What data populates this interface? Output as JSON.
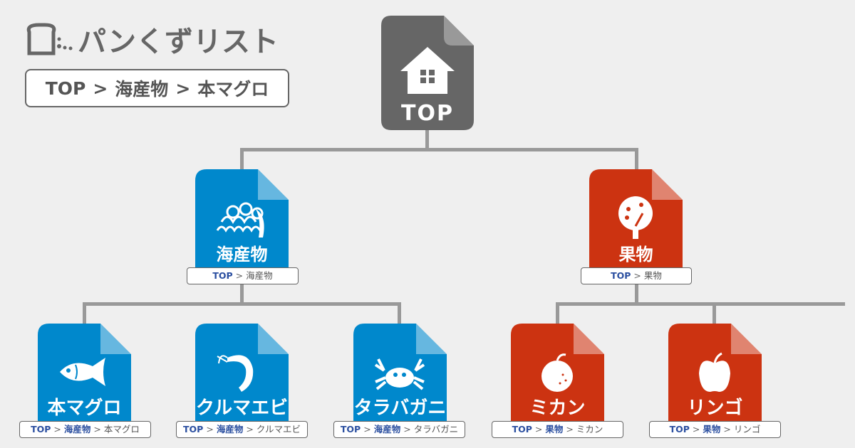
{
  "header": {
    "logo_text": "パンくずリスト",
    "example_breadcrumb": [
      "TOP",
      "海産物",
      "本マグロ"
    ],
    "separator": ">"
  },
  "colors": {
    "seafood": "#0088cc",
    "fruit": "#cc3311",
    "top": "#666666",
    "link": "#2b4fa0",
    "line": "#999999"
  },
  "nodes": {
    "top": {
      "label": "TOP",
      "icon": "house-icon"
    },
    "seafood": {
      "label": "海産物",
      "icon": "wave-icon",
      "crumb": [
        "TOP",
        "海産物"
      ]
    },
    "fruit": {
      "label": "果物",
      "icon": "tree-icon",
      "crumb": [
        "TOP",
        "果物"
      ]
    },
    "tuna": {
      "label": "本マグロ",
      "icon": "fish-icon",
      "crumb": [
        "TOP",
        "海産物",
        "本マグロ"
      ]
    },
    "shrimp": {
      "label": "クルマエビ",
      "icon": "shrimp-icon",
      "crumb": [
        "TOP",
        "海産物",
        "クルマエビ"
      ]
    },
    "crab": {
      "label": "タラバガニ",
      "icon": "crab-icon",
      "crumb": [
        "TOP",
        "海産物",
        "タラバガニ"
      ]
    },
    "mikan": {
      "label": "ミカン",
      "icon": "orange-icon",
      "crumb": [
        "TOP",
        "果物",
        "ミカン"
      ]
    },
    "apple": {
      "label": "リンゴ",
      "icon": "apple-icon",
      "crumb": [
        "TOP",
        "果物",
        "リンゴ"
      ]
    }
  }
}
